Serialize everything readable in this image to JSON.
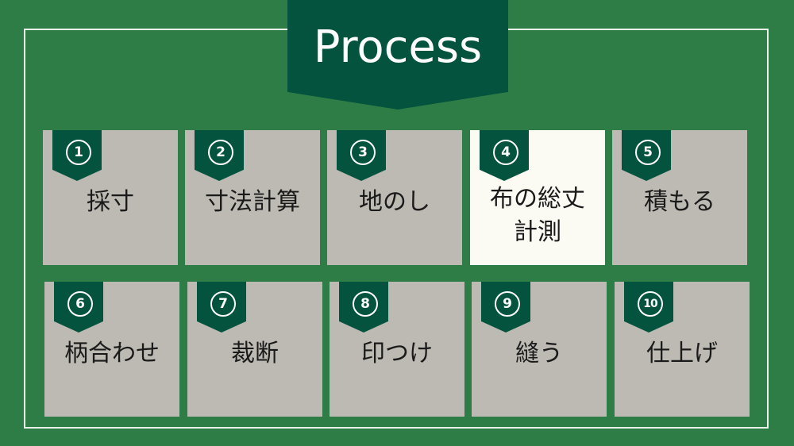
{
  "title": "Process",
  "steps": [
    {
      "num": "1",
      "label": "採寸"
    },
    {
      "num": "2",
      "label": "寸法計算"
    },
    {
      "num": "3",
      "label": "地のし"
    },
    {
      "num": "4",
      "label": "布の総丈\n計測",
      "active": true
    },
    {
      "num": "5",
      "label": "積もる"
    },
    {
      "num": "6",
      "label": "柄合わせ"
    },
    {
      "num": "7",
      "label": "裁断"
    },
    {
      "num": "8",
      "label": "印つけ"
    },
    {
      "num": "9",
      "label": "縫う"
    },
    {
      "num": "10",
      "label": "仕上げ"
    }
  ],
  "colors": {
    "background": "#2e7d46",
    "banner": "#04533e",
    "card": "#bdbab3",
    "card_active": "#fbfaf3"
  }
}
